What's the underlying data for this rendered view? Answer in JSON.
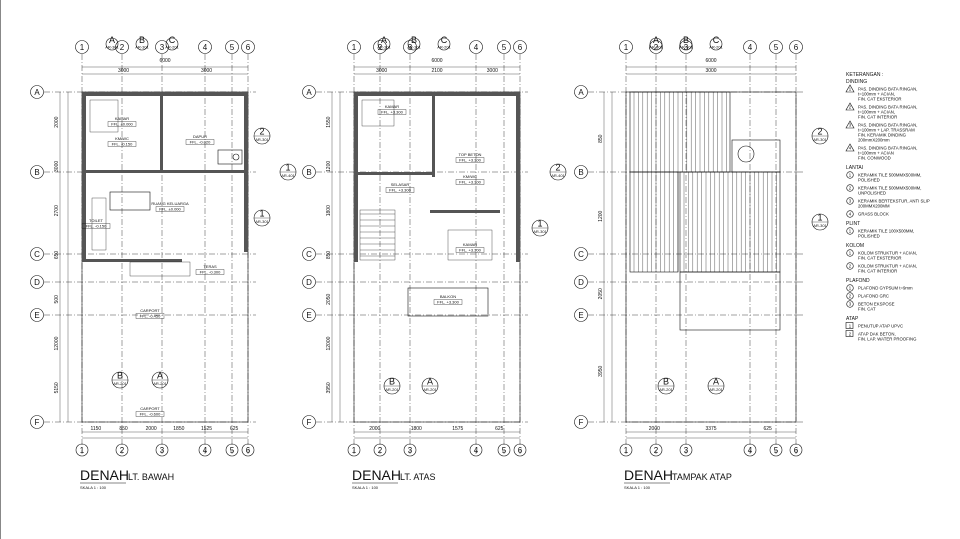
{
  "plans": [
    {
      "title_main": "DENAH",
      "title_sub": "LT. BAWAH",
      "scale": "SKALA 1 : 100",
      "top_dims": [
        "3000",
        "3000",
        "6000"
      ],
      "bottom_dims": [
        "1150",
        "850",
        "2000",
        "1850",
        "1525",
        "625"
      ],
      "left_dims": [
        "2000",
        "3000",
        "2700",
        "650",
        "500",
        "12000",
        "5150"
      ],
      "rooms": [
        {
          "name": "KAMAR",
          "level": "FFL. ±0.000"
        },
        {
          "name": "KM/WC",
          "level": "FFL. -0.150"
        },
        {
          "name": "DAPUR",
          "level": "FFL. -0.020"
        },
        {
          "name": "RUANG KELUARGA",
          "level": "FFL. ±0.000"
        },
        {
          "name": "TOILET",
          "level": "FFL. -0.150"
        },
        {
          "name": "TERAS",
          "level": "FFL. -0.300"
        },
        {
          "name": "CARPORT",
          "level": "FFL. -0.450"
        },
        {
          "name": "CARPORT",
          "level": "FFL. -0.600"
        }
      ],
      "sections": [
        {
          "id": "1",
          "sheet": "AR-401"
        },
        {
          "id": "2",
          "sheet": "AR-301"
        },
        {
          "id": "1",
          "sheet": "AR-301"
        },
        {
          "id": "B",
          "sheet": "AR-201"
        },
        {
          "id": "A",
          "sheet": "AR-201"
        }
      ]
    },
    {
      "title_main": "DENAH",
      "title_sub": "LT. ATAS",
      "scale": "SKALA 1 : 100",
      "top_dims": [
        "3000",
        "2100",
        "3000",
        "6000"
      ],
      "bottom_dims": [
        "2000",
        "1800",
        "1575",
        "625"
      ],
      "left_dims": [
        "1550",
        "1200",
        "1800",
        "850",
        "2050",
        "12000",
        "3950"
      ],
      "rooms": [
        {
          "name": "KAMAR",
          "level": "FFL. +3.300"
        },
        {
          "name": "SELASAR",
          "level": "FFL. +3.300"
        },
        {
          "name": "TOP BETON",
          "level": "FFL. +3.300"
        },
        {
          "name": "KM/WC",
          "level": "FFL. +3.300"
        },
        {
          "name": "KAMAR",
          "level": "FFL. +3.300"
        },
        {
          "name": "BALKON",
          "level": "FFL. +3.300"
        }
      ],
      "sections": [
        {
          "id": "2",
          "sheet": "AR-401"
        },
        {
          "id": "1",
          "sheet": "AR-301"
        },
        {
          "id": "B",
          "sheet": "AR-201"
        },
        {
          "id": "A",
          "sheet": "AR-201"
        }
      ]
    },
    {
      "title_main": "DENAH",
      "title_sub": "TAMPAK ATAP",
      "scale": "SKALA 1 : 100",
      "top_dims": [
        "3000",
        "6000"
      ],
      "bottom_dims": [
        "2000",
        "3375",
        "625"
      ],
      "left_dims": [
        "850",
        "1200",
        "2050",
        "3950"
      ],
      "rooms": [],
      "sections": [
        {
          "id": "2",
          "sheet": "AR-301"
        },
        {
          "id": "1",
          "sheet": "AR-301"
        },
        {
          "id": "B",
          "sheet": "AR-201"
        },
        {
          "id": "A",
          "sheet": "AR-201"
        }
      ]
    }
  ],
  "grid": {
    "columns": [
      "1",
      "2",
      "3",
      "4",
      "5",
      "6"
    ],
    "columns_alt": [
      "A",
      "B",
      "C"
    ],
    "rows": [
      "A",
      "B",
      "C",
      "D",
      "E",
      "F"
    ],
    "col_tag": "AR-301",
    "col_tag_c": "AR-201"
  },
  "legend": {
    "title": "KETERANGAN :",
    "groups": [
      {
        "heading": "DINDING",
        "items": [
          {
            "sym": "1",
            "lines": [
              "PAS. DINDING BATA RINGAN,",
              "t=100mm + ACIAN,",
              "FIN. CAT EKSTERIOR"
            ]
          },
          {
            "sym": "2",
            "lines": [
              "PAS. DINDING BATA RINGAN,",
              "t=100mm + ACIAN,",
              "FIN. CAT INTERIOR"
            ]
          },
          {
            "sym": "3",
            "lines": [
              "PAS. DINDING BATA RINGAN,",
              "t=100mm + LAP. TRASSRAM",
              "FIN. KERAMIK DINDING",
              "200mmX200mm"
            ]
          },
          {
            "sym": "4",
            "lines": [
              "PAS. DINDING BATA RINGAN,",
              "t=100mm + ACIAN",
              "FIN. CONWOOD"
            ]
          }
        ]
      },
      {
        "heading": "LANTAI",
        "items": [
          {
            "sym": "1",
            "lines": [
              "KERAMIK TILE 500MMX500MM,",
              "POLISHED"
            ]
          },
          {
            "sym": "2",
            "lines": [
              "KERAMIK TILE 500MMX500MM,",
              "UNPOLISHED"
            ]
          },
          {
            "sym": "3",
            "lines": [
              "KERAMIK BERTEKSTUR, ANTI SLIP",
              "200MMX200MM"
            ]
          },
          {
            "sym": "4",
            "lines": [
              "GRASS BLOCK"
            ]
          }
        ]
      },
      {
        "heading": "PLINT",
        "items": [
          {
            "sym": "1",
            "lines": [
              "KERAMIK TILE 100X500MM,",
              "POLISHED"
            ]
          }
        ]
      },
      {
        "heading": "KOLOM",
        "items": [
          {
            "sym": "1",
            "lines": [
              "KOLOM STRUKTUR + ACIAN,",
              "FIN. CAT EKSTERIOR"
            ]
          },
          {
            "sym": "2",
            "lines": [
              "KOLOM STRUKTUR + ACIAN,",
              "FIN. CAT INTERIOR"
            ]
          }
        ]
      },
      {
        "heading": "PLAFOND",
        "items": [
          {
            "sym": "1",
            "lines": [
              "PLAFOND GYPSUM t=9mm"
            ]
          },
          {
            "sym": "2",
            "lines": [
              "PLAFOND GRC"
            ]
          },
          {
            "sym": "3",
            "lines": [
              "BETON EKSPOSE",
              "FIN. CAT"
            ]
          }
        ]
      },
      {
        "heading": "ATAP",
        "items": [
          {
            "sym": "1",
            "lines": [
              "PENUTUP ATAP UPVC"
            ]
          },
          {
            "sym": "2",
            "lines": [
              "ATAP DAK BETON,",
              "FIN. LAP. WATER PROOFING"
            ]
          }
        ]
      }
    ]
  }
}
